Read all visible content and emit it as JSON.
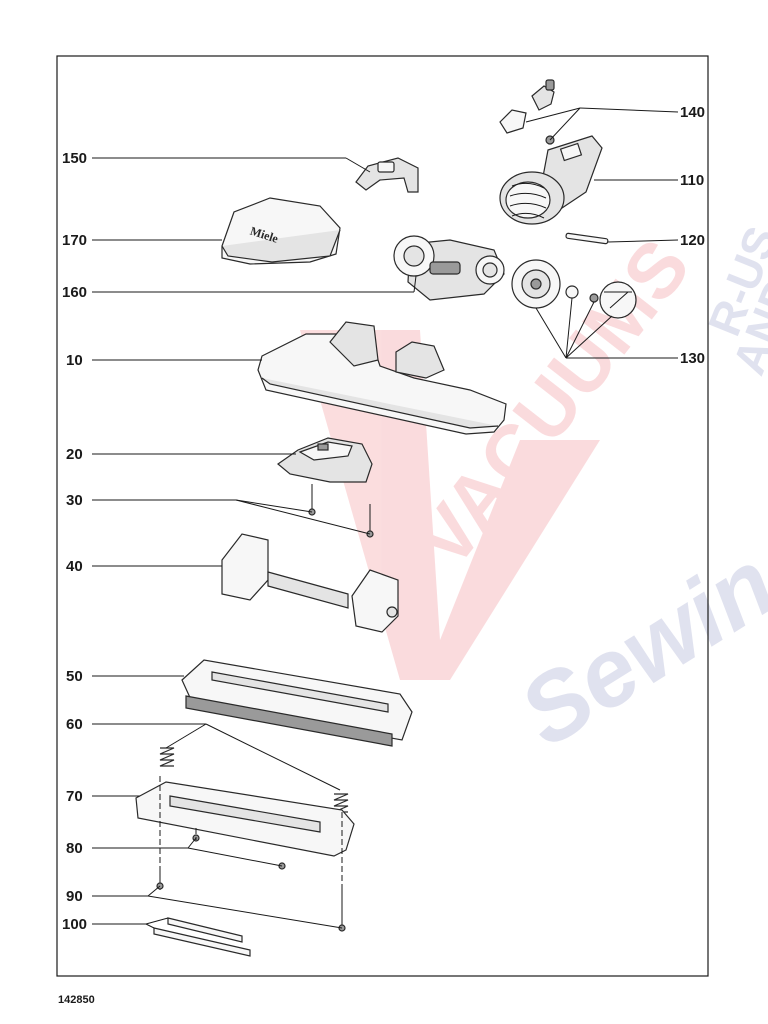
{
  "document_id": "142850",
  "callouts": {
    "c10": "10",
    "c20": "20",
    "c30": "30",
    "c40": "40",
    "c50": "50",
    "c60": "60",
    "c70": "70",
    "c80": "80",
    "c90": "90",
    "c100": "100",
    "c110": "110",
    "c120": "120",
    "c130": "130",
    "c140": "140",
    "c150": "150",
    "c160": "160",
    "c170": "170"
  },
  "watermark": {
    "line1": "VACUUMS",
    "line2": "Sewing to",
    "line3": "R-US",
    "line4": "AND",
    "red": "#e8404a",
    "blue": "#5a62a8"
  },
  "part_logo_text": "Miele"
}
